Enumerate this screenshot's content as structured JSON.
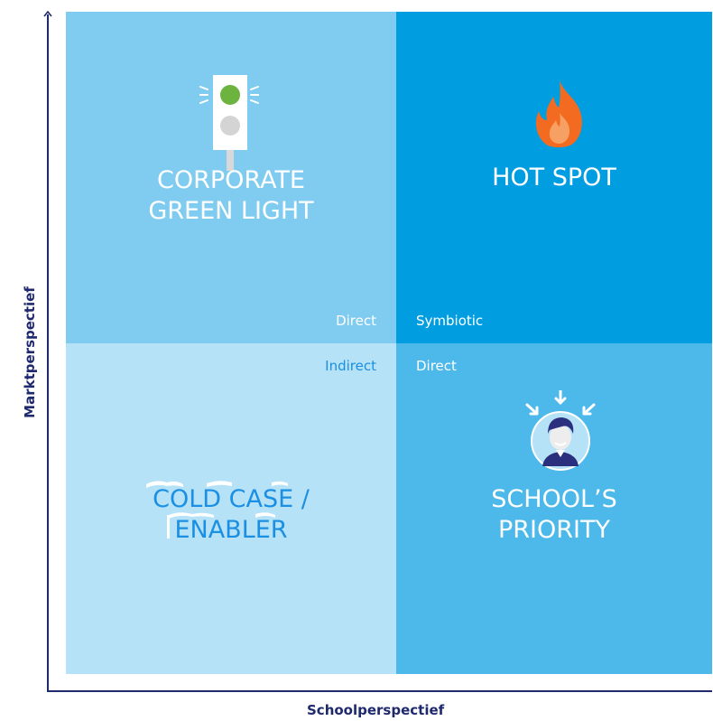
{
  "axes": {
    "y_label": "Marktperspectief",
    "x_label": "Schoolperspectief"
  },
  "quadrants": {
    "top_left": {
      "title": "CORPORATE\nGREEN LIGHT",
      "corner_label": "Direct",
      "color": "#80ccf1",
      "icon": "traffic-light-icon"
    },
    "top_right": {
      "title": "HOT SPOT",
      "corner_label": "Symbiotic",
      "color": "#009ee0",
      "icon": "flame-icon"
    },
    "bottom_left": {
      "title": "COLD CASE /\nENABLER",
      "corner_label": "Indirect",
      "color": "#b5e2f6",
      "icon": "snow-text"
    },
    "bottom_right": {
      "title": "SCHOOL’S\nPRIORITY",
      "corner_label": "Direct",
      "color": "#4db8ea",
      "icon": "person-icon"
    }
  },
  "colors": {
    "axis": "#1f2a6e",
    "cold_text": "#1a8fe3",
    "flame_outer": "#f26b21",
    "flame_inner": "#f7a064",
    "light_green": "#6cb33f"
  }
}
